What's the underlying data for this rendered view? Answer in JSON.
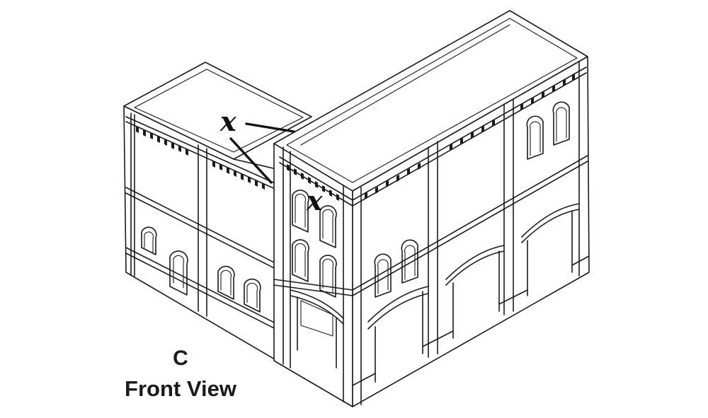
{
  "callouts": {
    "x_label": "x"
  },
  "caption": {
    "letter": "C",
    "view": "Front View"
  },
  "colors": {
    "ink": "#1a1a1a",
    "paper": "#ffffff"
  }
}
